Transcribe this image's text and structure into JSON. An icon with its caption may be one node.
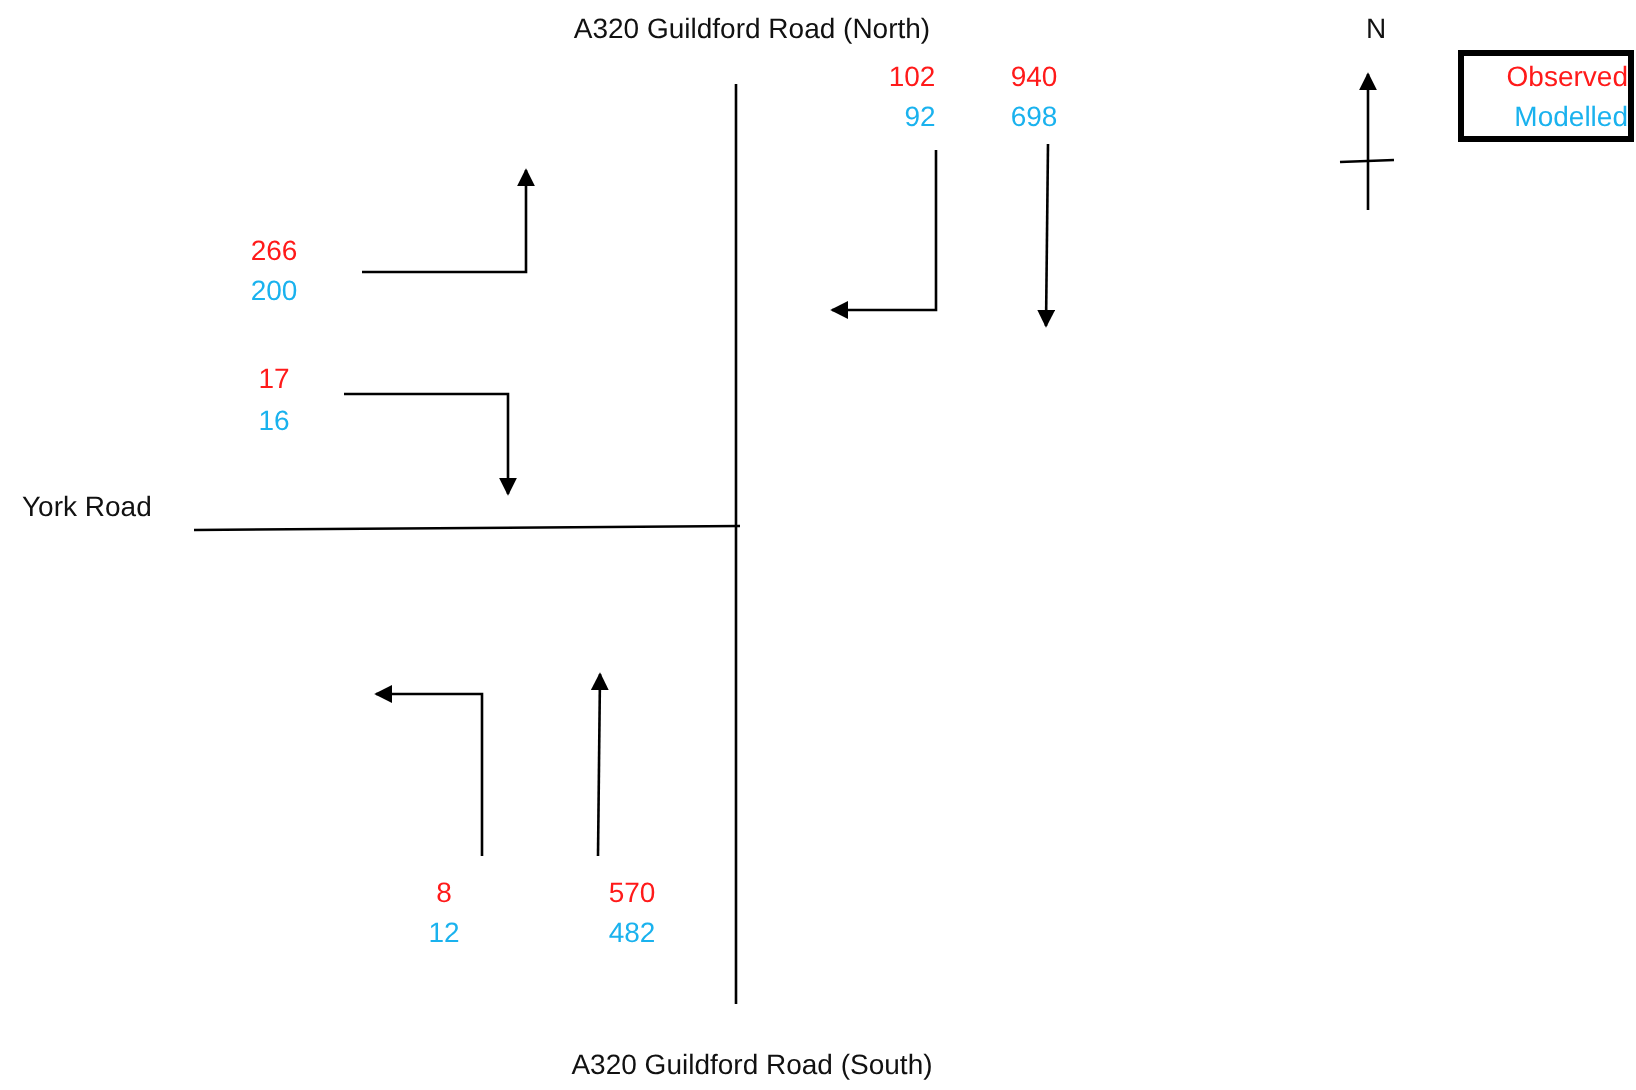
{
  "diagram": {
    "labels": [
      "A320 Guildford Road (North)",
      "N",
      "102",
      "940",
      "92",
      "698",
      "266",
      "200",
      "17",
      "16",
      "York Road",
      "8",
      "570",
      "12",
      "482",
      "A320 Guildford Road (South)"
    ],
    "legend": [
      {
        "text": "Observed",
        "color": "#ff1a1a"
      },
      {
        "text": "Modelled",
        "color": "#1ab2ee"
      }
    ]
  }
}
